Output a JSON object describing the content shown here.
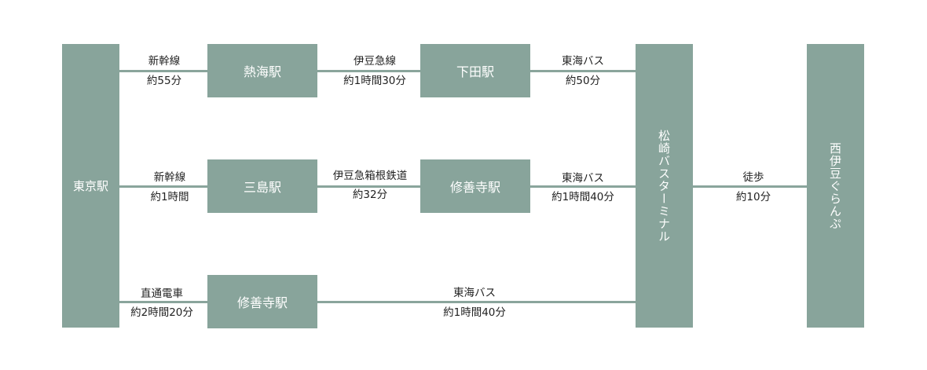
{
  "stations": {
    "tokyo": "東京駅",
    "atami": "熱海駅",
    "shimoda": "下田駅",
    "mishima": "三島駅",
    "shuzenji_1": "修善寺駅",
    "shuzenji_2": "修善寺駅",
    "matsuzaki_bus_terminal": "松崎バスターミナル",
    "nishiizu_glamping": "西伊豆ぐらんぷ"
  },
  "routes": {
    "row1": [
      {
        "mode": "新幹線",
        "time": "約55分"
      },
      {
        "mode": "伊豆急線",
        "time": "約1時間30分"
      },
      {
        "mode": "東海バス",
        "time": "約50分"
      }
    ],
    "row2": [
      {
        "mode": "新幹線",
        "time": "約1時間"
      },
      {
        "mode": "伊豆急箱根鉄道",
        "time": "約32分"
      },
      {
        "mode": "東海バス",
        "time": "約1時間40分"
      }
    ],
    "row3": [
      {
        "mode": "直通電車",
        "time": "約2時間20分"
      },
      {
        "mode": "東海バス",
        "time": "約1時間40分"
      }
    ],
    "final": {
      "mode": "徒歩",
      "time": "約10分"
    }
  },
  "colors": {
    "box": "#88a49b",
    "line": "#8aa59c",
    "text": "#222222"
  }
}
